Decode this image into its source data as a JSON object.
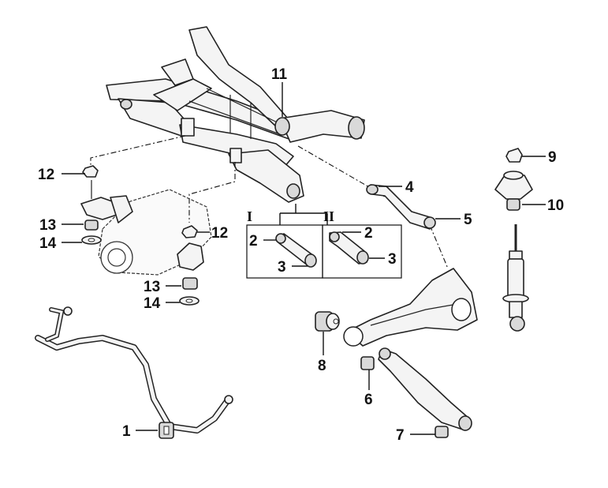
{
  "labels": {
    "p1": "1",
    "p2a": "2",
    "p2b": "2",
    "p3a": "3",
    "p3b": "3",
    "p4": "4",
    "p5": "5",
    "p6": "6",
    "p7": "7",
    "p8": "8",
    "p9": "9",
    "p10": "10",
    "p11": "11",
    "p12a": "12",
    "p12b": "12",
    "p13a": "13",
    "p13b": "13",
    "p14a": "14",
    "p14b": "14"
  },
  "variants": {
    "first": "I",
    "second": "II"
  },
  "colors": {
    "line": "#222222",
    "part_fill": "#f4f4f4",
    "background": "#ffffff"
  }
}
